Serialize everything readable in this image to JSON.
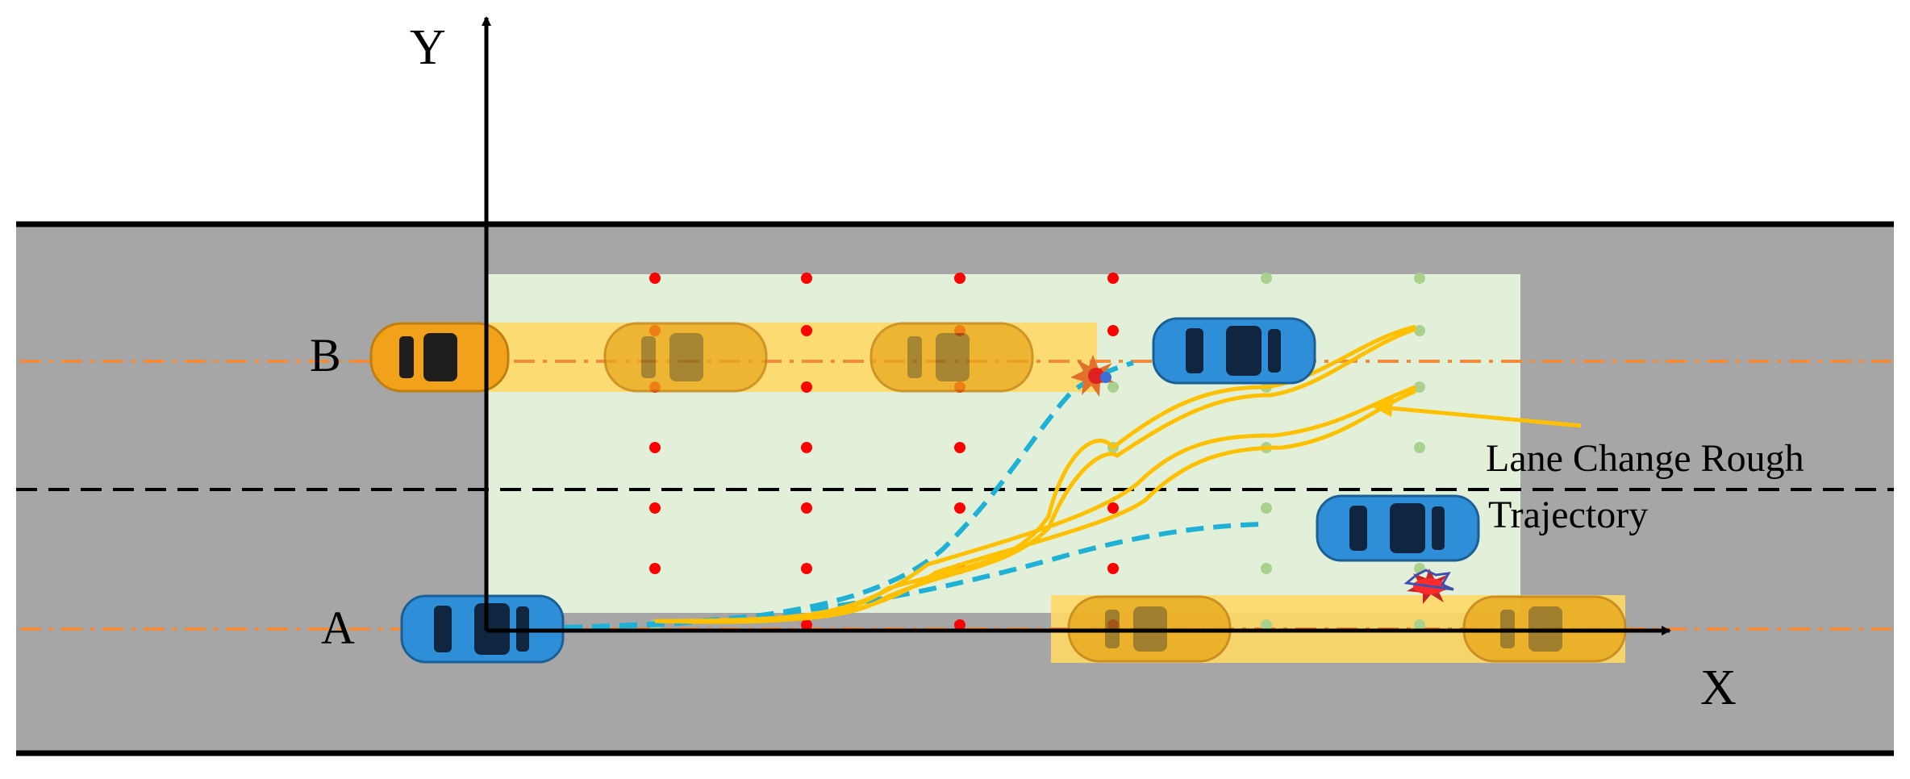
{
  "axes": {
    "y_label": "Y",
    "x_label": "X"
  },
  "lanes": {
    "upper_label": "B",
    "lower_label": "A"
  },
  "annotation": {
    "line1": "Lane Change Rough",
    "line2": "Trajectory"
  },
  "colors": {
    "road": "#a6a6a6",
    "sampling_area": "#e2f0d9",
    "blocked_zone": "#ffd966",
    "ego_vehicle": "#2e8fd8",
    "obstacle_vehicle": "#f2b01e",
    "lane_centerline": "#f08c3c",
    "sample_point_infeasible": "#ff0000",
    "sample_point_feasible": "#a9d18e",
    "feasible_trajectory": "#ffc000",
    "infeasible_trajectory": "#1fb0d6",
    "collision_marker": "#e02020"
  }
}
